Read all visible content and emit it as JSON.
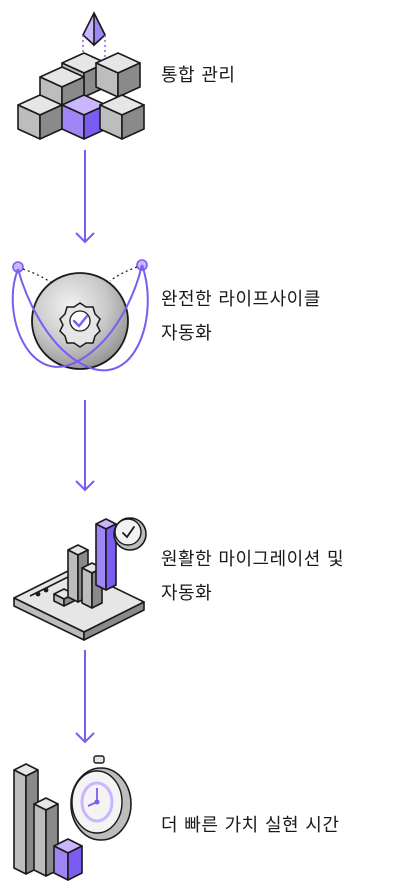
{
  "steps": [
    {
      "label": "통합 관리",
      "icon": "cube-stack-icon"
    },
    {
      "label_lines": [
        "완전한 라이프사이클",
        "자동화"
      ],
      "icon": "orbit-sphere-badge-icon"
    },
    {
      "label_lines": [
        "원활한 마이그레이션 및",
        "자동화"
      ],
      "icon": "server-chart-clock-icon"
    },
    {
      "label": "더 빠른 가치 실현 시간",
      "icon": "bars-stopwatch-icon"
    }
  ],
  "colors": {
    "accent": "#7b5cf0",
    "outline": "#1a1a1a",
    "grey_light": "#e6e6e6",
    "grey_mid": "#bdbdbd",
    "grey_dark": "#8a8a8a"
  }
}
